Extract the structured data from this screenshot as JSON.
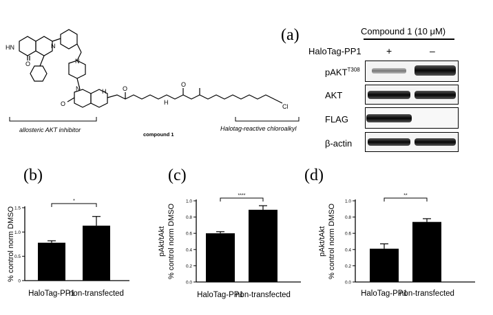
{
  "figure": {
    "panel_a": {
      "letter": "(a)",
      "compound_header": "Compound 1 (10 μM)",
      "row_header": "HaloTag-PP1",
      "lane_signs": [
        "+",
        "–"
      ],
      "blot_rows": [
        {
          "label": "pAKT",
          "sup": "T308"
        },
        {
          "label": "AKT",
          "sup": ""
        },
        {
          "label": "FLAG",
          "sup": ""
        },
        {
          "label": "β-actin",
          "sup": ""
        }
      ]
    },
    "structure": {
      "nh_label": "HN",
      "o_label1": "O",
      "n_label1": "N",
      "n_label2": "N",
      "o_label2": "O",
      "n_label3": "N",
      "h_label1": "H",
      "cl_label": "Cl",
      "o_chain": "O",
      "h_chain": "H",
      "o_chain2": "O",
      "compound_name": "compound 1",
      "left_caption": "allosteric AKT inhibitor",
      "right_caption": "Halotag-reactive chloroalkyl"
    }
  },
  "chart_data": [
    {
      "type": "bar",
      "panel": "(b)",
      "categories": [
        "HaloTag-PP1",
        "non-transfected"
      ],
      "values": [
        0.78,
        1.13
      ],
      "errors": [
        0.04,
        0.19
      ],
      "ylabel": "% control norm DMSO",
      "ylim": [
        0,
        1.5
      ],
      "yticks": [
        "0",
        "0.5",
        "1.0",
        "1.5"
      ],
      "significance": "*"
    },
    {
      "type": "bar",
      "panel": "(c)",
      "categories": [
        "HaloTag-PP1",
        "non-transfected"
      ],
      "values": [
        0.6,
        0.89
      ],
      "errors": [
        0.02,
        0.05
      ],
      "ylabel": "pAkt/tAkt\n% control norm DMSO",
      "ylim": [
        0,
        1.0
      ],
      "yticks": [
        "0.0",
        "0.2",
        "0.4",
        "0.6",
        "0.8",
        "1.0"
      ],
      "significance": "****"
    },
    {
      "type": "bar",
      "panel": "(d)",
      "categories": [
        "HaloTag-PP1",
        "non-transfected"
      ],
      "values": [
        0.41,
        0.74
      ],
      "errors": [
        0.06,
        0.04
      ],
      "ylabel": "pAkt/tAkt\n% control norm DMSO",
      "ylim": [
        0,
        1.0
      ],
      "yticks": [
        "0.0",
        "0.2",
        "0.4",
        "0.6",
        "0.8",
        "1.0"
      ],
      "significance": "**"
    }
  ]
}
